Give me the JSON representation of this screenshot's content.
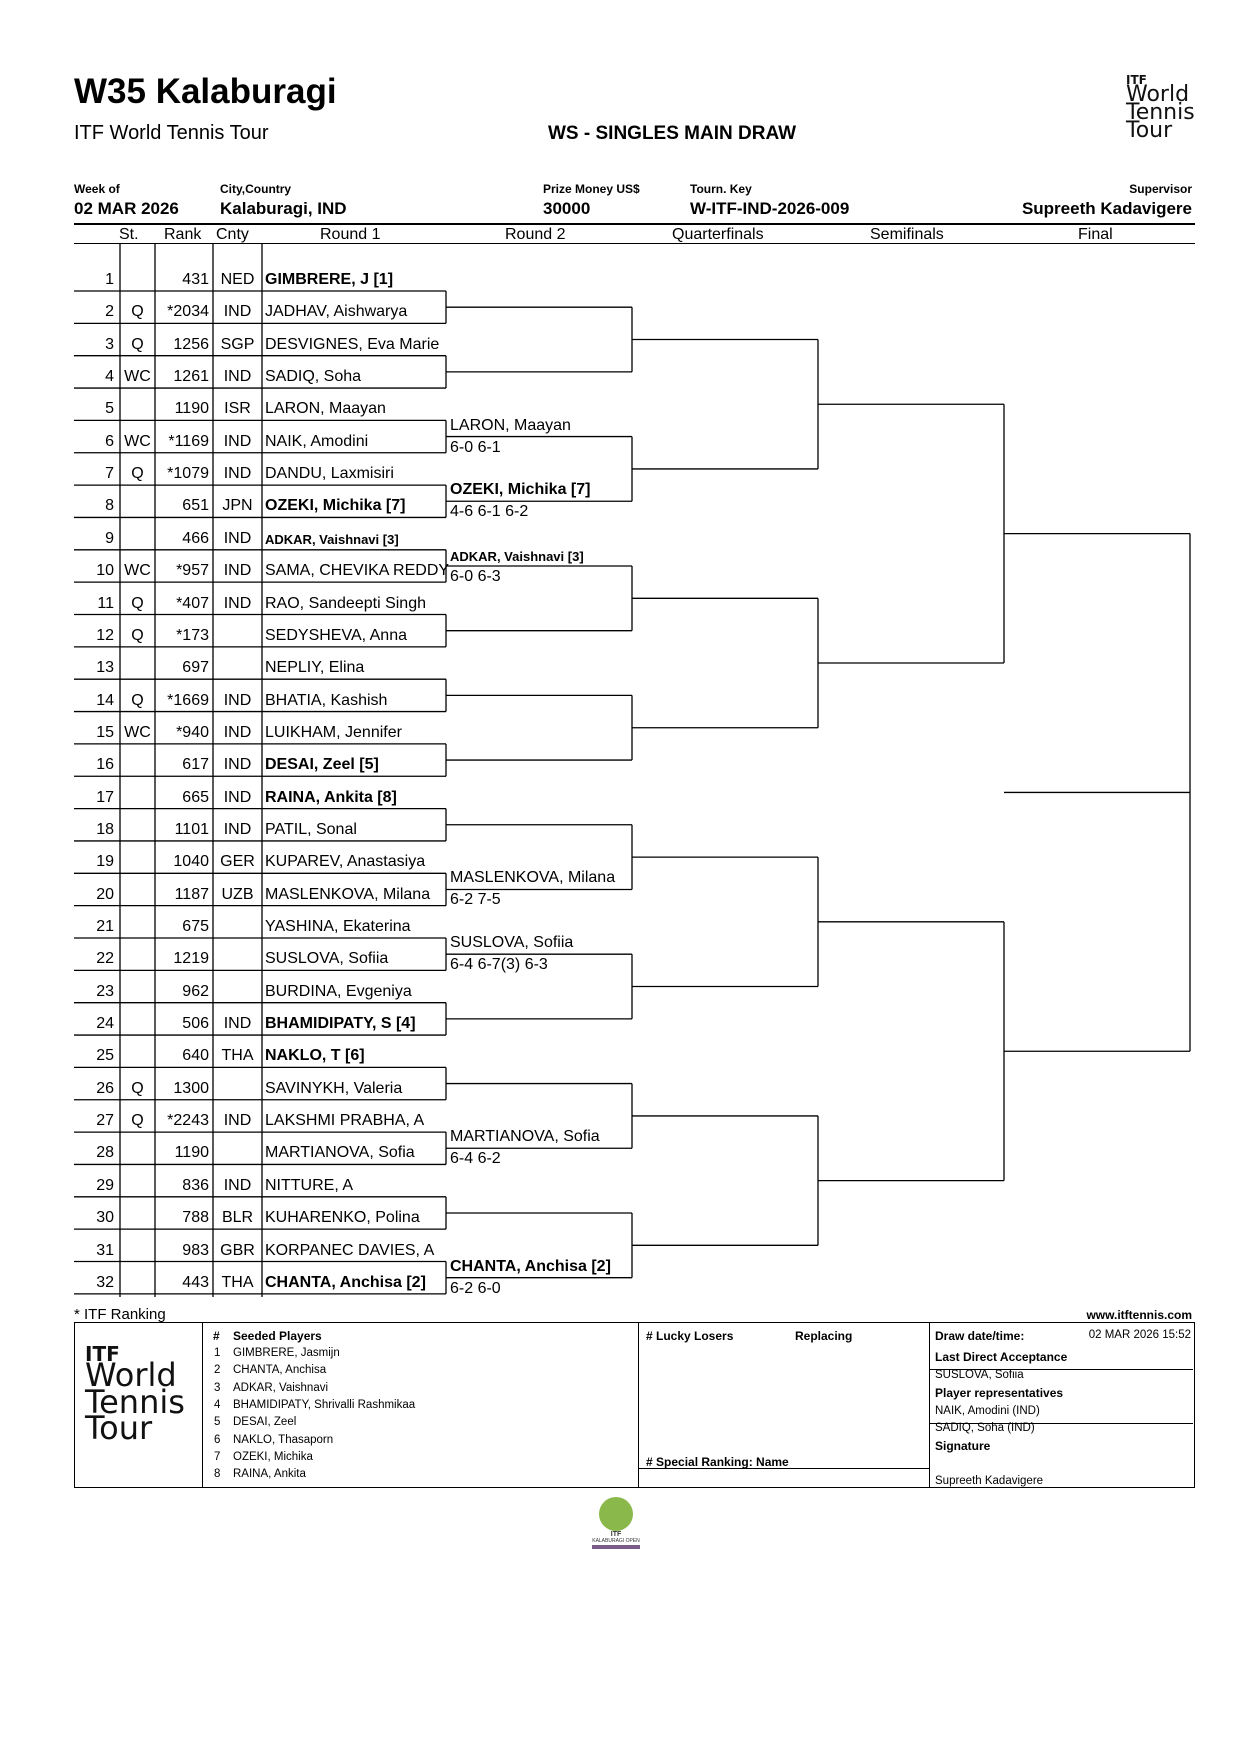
{
  "header": {
    "title": "W35 Kalaburagi",
    "subtitle": "ITF World Tennis Tour",
    "draw_name": "WS - SINGLES MAIN DRAW"
  },
  "logo": {
    "line1": "ITF",
    "line2": "World",
    "line3": "Tennis",
    "line4": "Tour"
  },
  "info": {
    "week_label": "Week of",
    "week_value": "02 MAR 2026",
    "city_label": "City,Country",
    "city_value": "Kalaburagi, IND",
    "prize_label": "Prize Money US$",
    "prize_value": "30000",
    "key_label": "Tourn. Key",
    "key_value": "W-ITF-IND-2026-009",
    "supervisor_label": "Supervisor",
    "supervisor_value": "Supreeth Kadavigere"
  },
  "columns": {
    "st": "St.",
    "rank": "Rank",
    "cnty": "Cnty",
    "round1": "Round 1",
    "round2": "Round 2",
    "qf": "Quarterfinals",
    "sf": "Semifinals",
    "final": "Final"
  },
  "players": [
    {
      "n": "1",
      "st": "",
      "rank": "431",
      "cnty": "NED",
      "name": "GIMBRERE, J [1]",
      "seed": true
    },
    {
      "n": "2",
      "st": "Q",
      "rank": "*2034",
      "cnty": "IND",
      "name": "JADHAV, Aishwarya",
      "seed": false
    },
    {
      "n": "3",
      "st": "Q",
      "rank": "1256",
      "cnty": "SGP",
      "name": "DESVIGNES, Eva Marie",
      "seed": false
    },
    {
      "n": "4",
      "st": "WC",
      "rank": "1261",
      "cnty": "IND",
      "name": "SADIQ, Soha",
      "seed": false
    },
    {
      "n": "5",
      "st": "",
      "rank": "1190",
      "cnty": "ISR",
      "name": "LARON, Maayan",
      "seed": false
    },
    {
      "n": "6",
      "st": "WC",
      "rank": "*1169",
      "cnty": "IND",
      "name": "NAIK, Amodini",
      "seed": false
    },
    {
      "n": "7",
      "st": "Q",
      "rank": "*1079",
      "cnty": "IND",
      "name": "DANDU, Laxmisiri",
      "seed": false
    },
    {
      "n": "8",
      "st": "",
      "rank": "651",
      "cnty": "JPN",
      "name": "OZEKI, Michika [7]",
      "seed": true
    },
    {
      "n": "9",
      "st": "",
      "rank": "466",
      "cnty": "IND",
      "name": "ADKAR, Vaishnavi [3]",
      "seed": true,
      "small": true
    },
    {
      "n": "10",
      "st": "WC",
      "rank": "*957",
      "cnty": "IND",
      "name": "SAMA, CHEVIKA REDDY",
      "seed": false
    },
    {
      "n": "11",
      "st": "Q",
      "rank": "*407",
      "cnty": "IND",
      "name": "RAO, Sandeepti Singh",
      "seed": false
    },
    {
      "n": "12",
      "st": "Q",
      "rank": "*173",
      "cnty": "",
      "name": "SEDYSHEVA, Anna",
      "seed": false
    },
    {
      "n": "13",
      "st": "",
      "rank": "697",
      "cnty": "",
      "name": "NEPLIY, Elina",
      "seed": false
    },
    {
      "n": "14",
      "st": "Q",
      "rank": "*1669",
      "cnty": "IND",
      "name": "BHATIA, Kashish",
      "seed": false
    },
    {
      "n": "15",
      "st": "WC",
      "rank": "*940",
      "cnty": "IND",
      "name": "LUIKHAM, Jennifer",
      "seed": false
    },
    {
      "n": "16",
      "st": "",
      "rank": "617",
      "cnty": "IND",
      "name": "DESAI, Zeel [5]",
      "seed": true
    },
    {
      "n": "17",
      "st": "",
      "rank": "665",
      "cnty": "IND",
      "name": "RAINA, Ankita [8]",
      "seed": true
    },
    {
      "n": "18",
      "st": "",
      "rank": "1101",
      "cnty": "IND",
      "name": "PATIL, Sonal",
      "seed": false
    },
    {
      "n": "19",
      "st": "",
      "rank": "1040",
      "cnty": "GER",
      "name": "KUPAREV, Anastasiya",
      "seed": false
    },
    {
      "n": "20",
      "st": "",
      "rank": "1187",
      "cnty": "UZB",
      "name": "MASLENKOVA, Milana",
      "seed": false
    },
    {
      "n": "21",
      "st": "",
      "rank": "675",
      "cnty": "",
      "name": "YASHINA, Ekaterina",
      "seed": false
    },
    {
      "n": "22",
      "st": "",
      "rank": "1219",
      "cnty": "",
      "name": "SUSLOVA, Sofiia",
      "seed": false
    },
    {
      "n": "23",
      "st": "",
      "rank": "962",
      "cnty": "",
      "name": "BURDINA, Evgeniya",
      "seed": false
    },
    {
      "n": "24",
      "st": "",
      "rank": "506",
      "cnty": "IND",
      "name": "BHAMIDIPATY, S [4]",
      "seed": true
    },
    {
      "n": "25",
      "st": "",
      "rank": "640",
      "cnty": "THA",
      "name": "NAKLO, T [6]",
      "seed": true
    },
    {
      "n": "26",
      "st": "Q",
      "rank": "1300",
      "cnty": "",
      "name": "SAVINYKH, Valeria",
      "seed": false
    },
    {
      "n": "27",
      "st": "Q",
      "rank": "*2243",
      "cnty": "IND",
      "name": "LAKSHMI PRABHA, A",
      "seed": false
    },
    {
      "n": "28",
      "st": "",
      "rank": "1190",
      "cnty": "",
      "name": "MARTIANOVA, Sofia",
      "seed": false
    },
    {
      "n": "29",
      "st": "",
      "rank": "836",
      "cnty": "IND",
      "name": "NITTURE, A",
      "seed": false
    },
    {
      "n": "30",
      "st": "",
      "rank": "788",
      "cnty": "BLR",
      "name": "KUHARENKO, Polina",
      "seed": false
    },
    {
      "n": "31",
      "st": "",
      "rank": "983",
      "cnty": "GBR",
      "name": "KORPANEC DAVIES, A",
      "seed": false
    },
    {
      "n": "32",
      "st": "",
      "rank": "443",
      "cnty": "THA",
      "name": "CHANTA, Anchisa [2]",
      "seed": true
    }
  ],
  "round2": [
    {
      "match": 2,
      "name": "",
      "score": "",
      "seed": false
    },
    {
      "match": 3,
      "name": "LARON, Maayan",
      "score": "6-0 6-1",
      "seed": false
    },
    {
      "match": 4,
      "name": "OZEKI, Michika [7]",
      "score": "4-6 6-1 6-2",
      "seed": true
    },
    {
      "match": 5,
      "name": "ADKAR, Vaishnavi [3]",
      "score": "6-0 6-3",
      "seed": true,
      "small": true
    },
    {
      "match": 10,
      "name": "MASLENKOVA, Milana",
      "score": "6-2 7-5",
      "seed": false
    },
    {
      "match": 11,
      "name": "SUSLOVA, Sofiia",
      "score": "6-4 6-7(3) 6-3",
      "seed": false
    },
    {
      "match": 14,
      "name": "MARTIANOVA, Sofia",
      "score": "6-4 6-2",
      "seed": false
    },
    {
      "match": 16,
      "name": "CHANTA, Anchisa [2]",
      "score": "6-2 6-0",
      "seed": true
    }
  ],
  "footer": {
    "ranking_note": "* ITF Ranking",
    "website": "www.itftennis.com",
    "seeded_header_hash": "#",
    "seeded_header": "Seeded Players",
    "seeds": [
      {
        "n": "1",
        "name": "GIMBRERE, Jasmijn"
      },
      {
        "n": "2",
        "name": "CHANTA, Anchisa"
      },
      {
        "n": "3",
        "name": "ADKAR, Vaishnavi"
      },
      {
        "n": "4",
        "name": "BHAMIDIPATY, Shrivalli Rashmikaa"
      },
      {
        "n": "5",
        "name": "DESAI, Zeel"
      },
      {
        "n": "6",
        "name": "NAKLO, Thasaporn"
      },
      {
        "n": "7",
        "name": "OZEKI, Michika"
      },
      {
        "n": "8",
        "name": "RAINA, Ankita"
      }
    ],
    "lucky_losers": "# Lucky Losers",
    "replacing": "Replacing",
    "special_ranking": "#  Special Ranking: Name",
    "draw_date_label": "Draw date/time:",
    "draw_date_value": "02 MAR 2026 15:52",
    "last_da_label": "Last Direct Acceptance",
    "last_da_value": "SUSLOVA, Sofiia",
    "reps_label": "Player representatives",
    "rep1": "NAIK, Amodini (IND)",
    "rep2": "SADIQ, Soha (IND)",
    "signature_label": "Signature",
    "signature_value": "Supreeth Kadavigere"
  },
  "sponsor_logo": {
    "line1": "ITF",
    "line2": "KALABURAGI OPEN"
  }
}
